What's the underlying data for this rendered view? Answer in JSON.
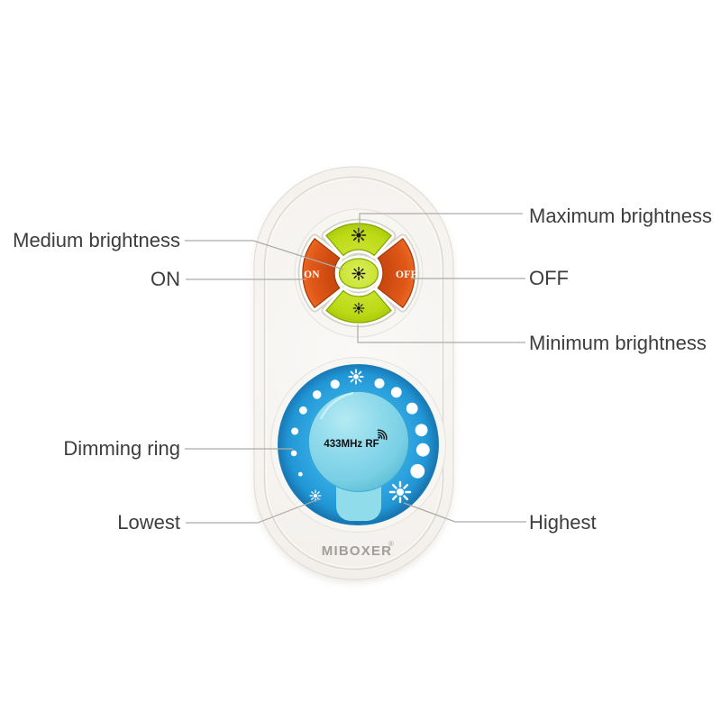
{
  "device": {
    "brand": "MIBOXER",
    "registered_mark": "®",
    "rf_label": "433MHz RF",
    "on_button": "ON",
    "off_button": "OFF"
  },
  "callouts": {
    "maximum_brightness": "Maximum brightness",
    "medium_brightness": "Medium brightness",
    "on": "ON",
    "off": "OFF",
    "minimum_brightness": "Minimum brightness",
    "dimming_ring": "Dimming ring",
    "lowest": "Lowest",
    "highest": "Highest"
  },
  "colors": {
    "button_green": "#c3de1f",
    "button_orange": "#dd5414",
    "ring_blue": "#2ba3de",
    "knob_cyan": "#86d8ea",
    "body_white": "#f4f2ee",
    "label_text": "#3d3d3d",
    "connector_line": "#ababa9",
    "brand_gray": "#9e9e9c"
  }
}
